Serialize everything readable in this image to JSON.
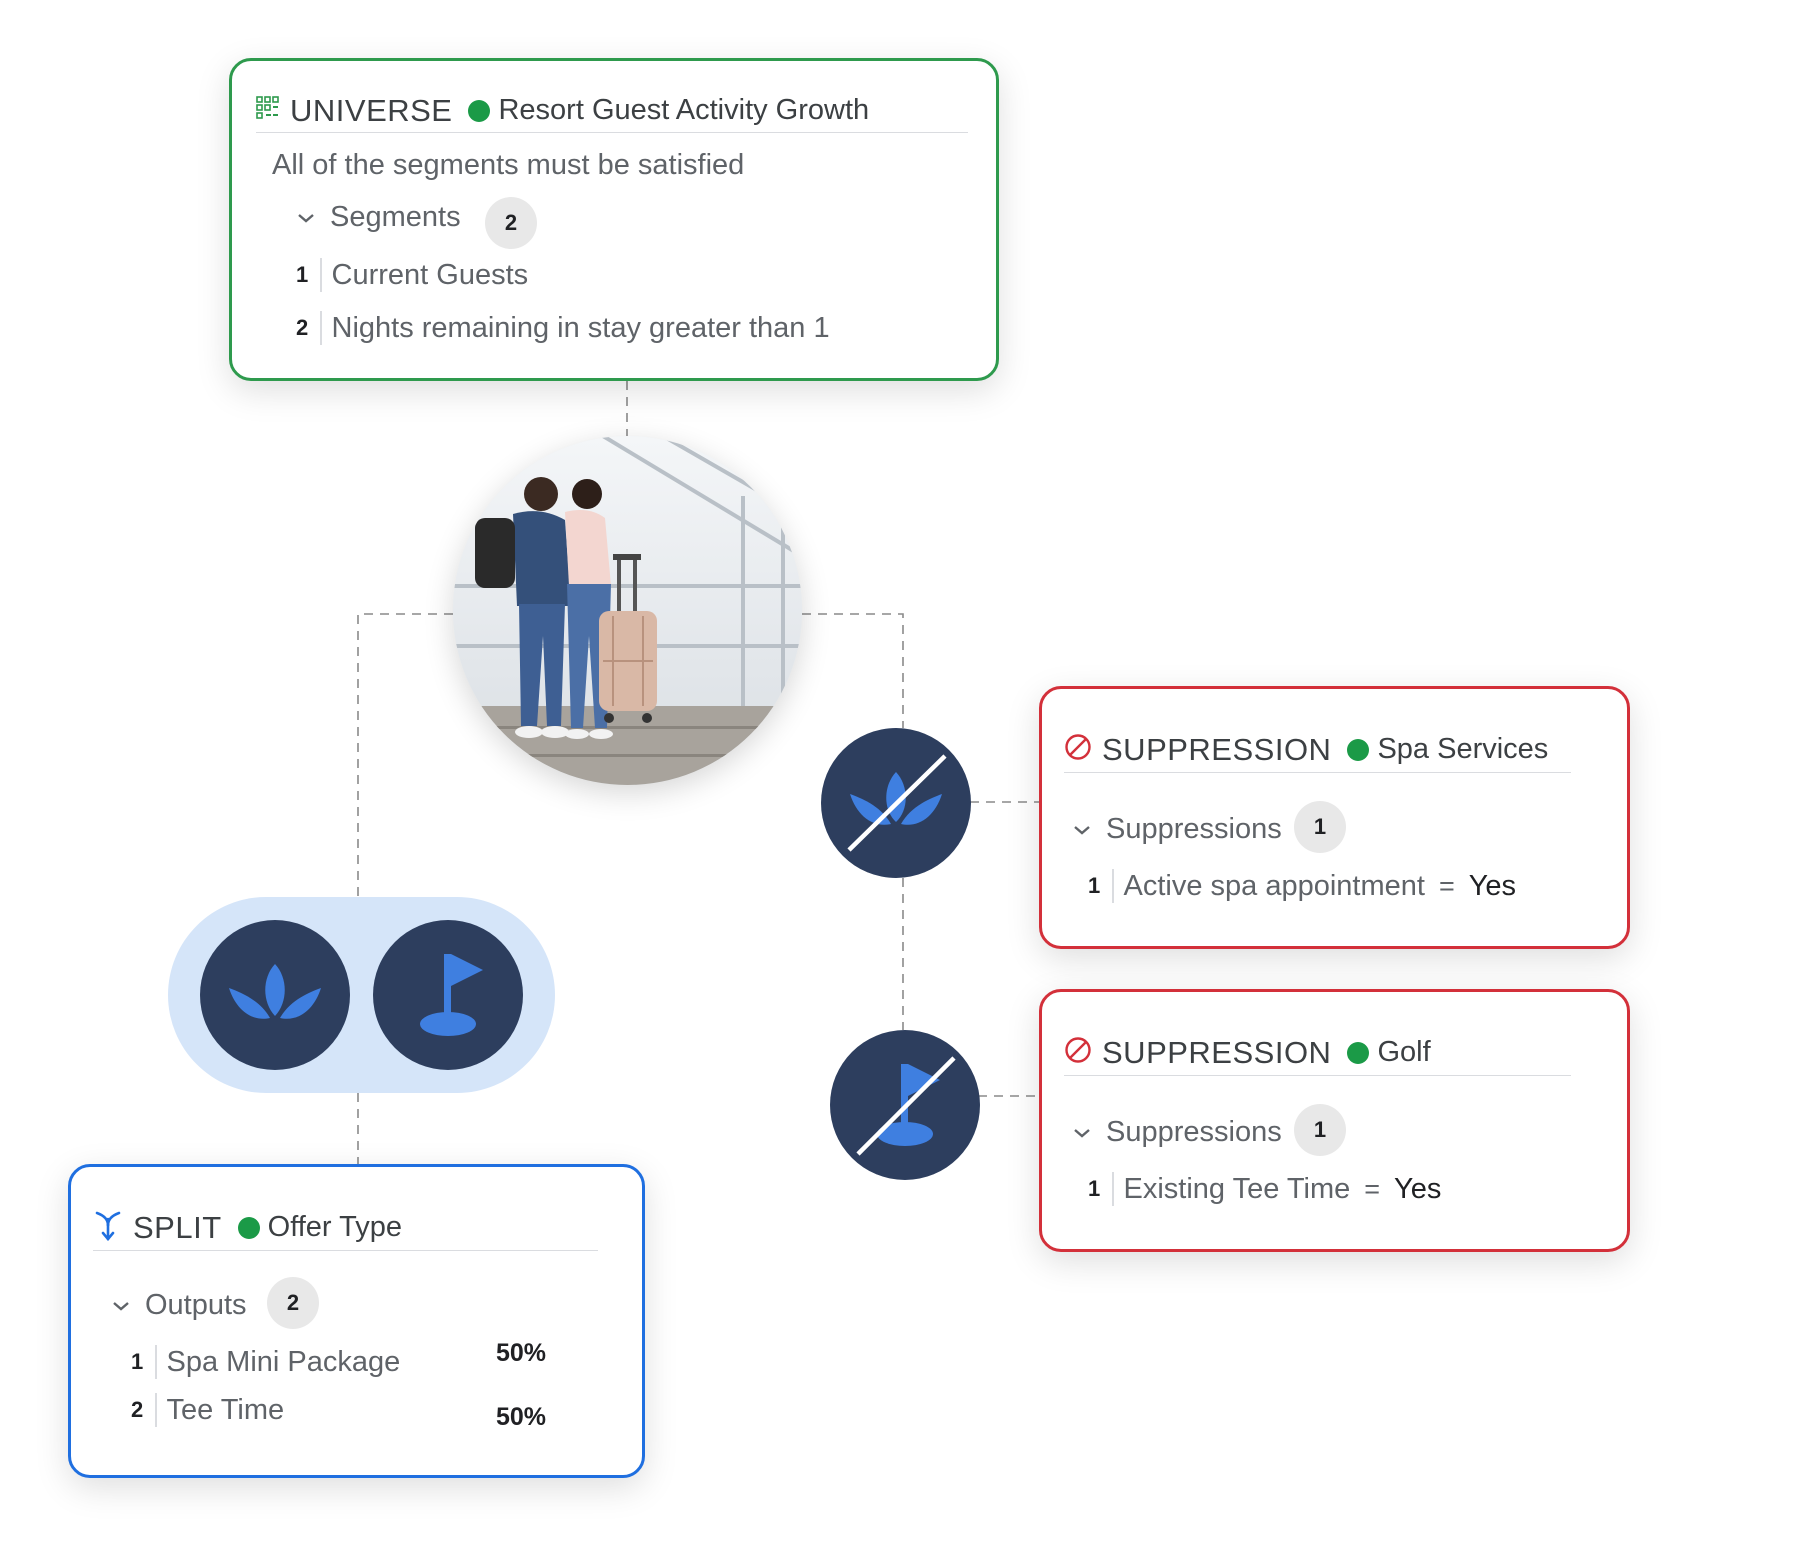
{
  "universe": {
    "kind": "UNIVERSE",
    "name": "Resort Guest Activity Growth",
    "description": "All of the segments must be satisfied",
    "section_label": "Segments",
    "count": "2",
    "items": [
      {
        "num": "1",
        "text": "Current Guests"
      },
      {
        "num": "2",
        "text": "Nights remaining in stay greater than 1"
      }
    ]
  },
  "suppressions": [
    {
      "kind": "SUPPRESSION",
      "name": "Spa Services",
      "section_label": "Suppressions",
      "count": "1",
      "items": [
        {
          "num": "1",
          "text": "Active spa appointment",
          "op": "=",
          "value": "Yes"
        }
      ]
    },
    {
      "kind": "SUPPRESSION",
      "name": "Golf",
      "section_label": "Suppressions",
      "count": "1",
      "items": [
        {
          "num": "1",
          "text": "Existing Tee Time",
          "op": "=",
          "value": "Yes"
        }
      ]
    }
  ],
  "split": {
    "kind": "SPLIT",
    "name": "Offer Type",
    "section_label": "Outputs",
    "count": "2",
    "items": [
      {
        "num": "1",
        "text": "Spa Mini Package",
        "percent": "50%"
      },
      {
        "num": "2",
        "text": "Tee Time",
        "percent": "50%"
      }
    ]
  },
  "icons": {
    "universe": "grid-segments-icon",
    "suppression": "prohibited-icon",
    "split": "split-arrow-icon",
    "spa": "lotus-icon",
    "golf": "golf-flag-icon",
    "photo": "travelers-with-luggage-photo"
  },
  "colors": {
    "universe_border": "#2e9a4d",
    "suppression_border": "#d3303a",
    "split_border": "#1f6fe0",
    "status_dot": "#1b9a47",
    "icon_circle": "#2d3e5e",
    "icon_glyph": "#3f7fe0",
    "pill_background": "#d5e5f9"
  }
}
